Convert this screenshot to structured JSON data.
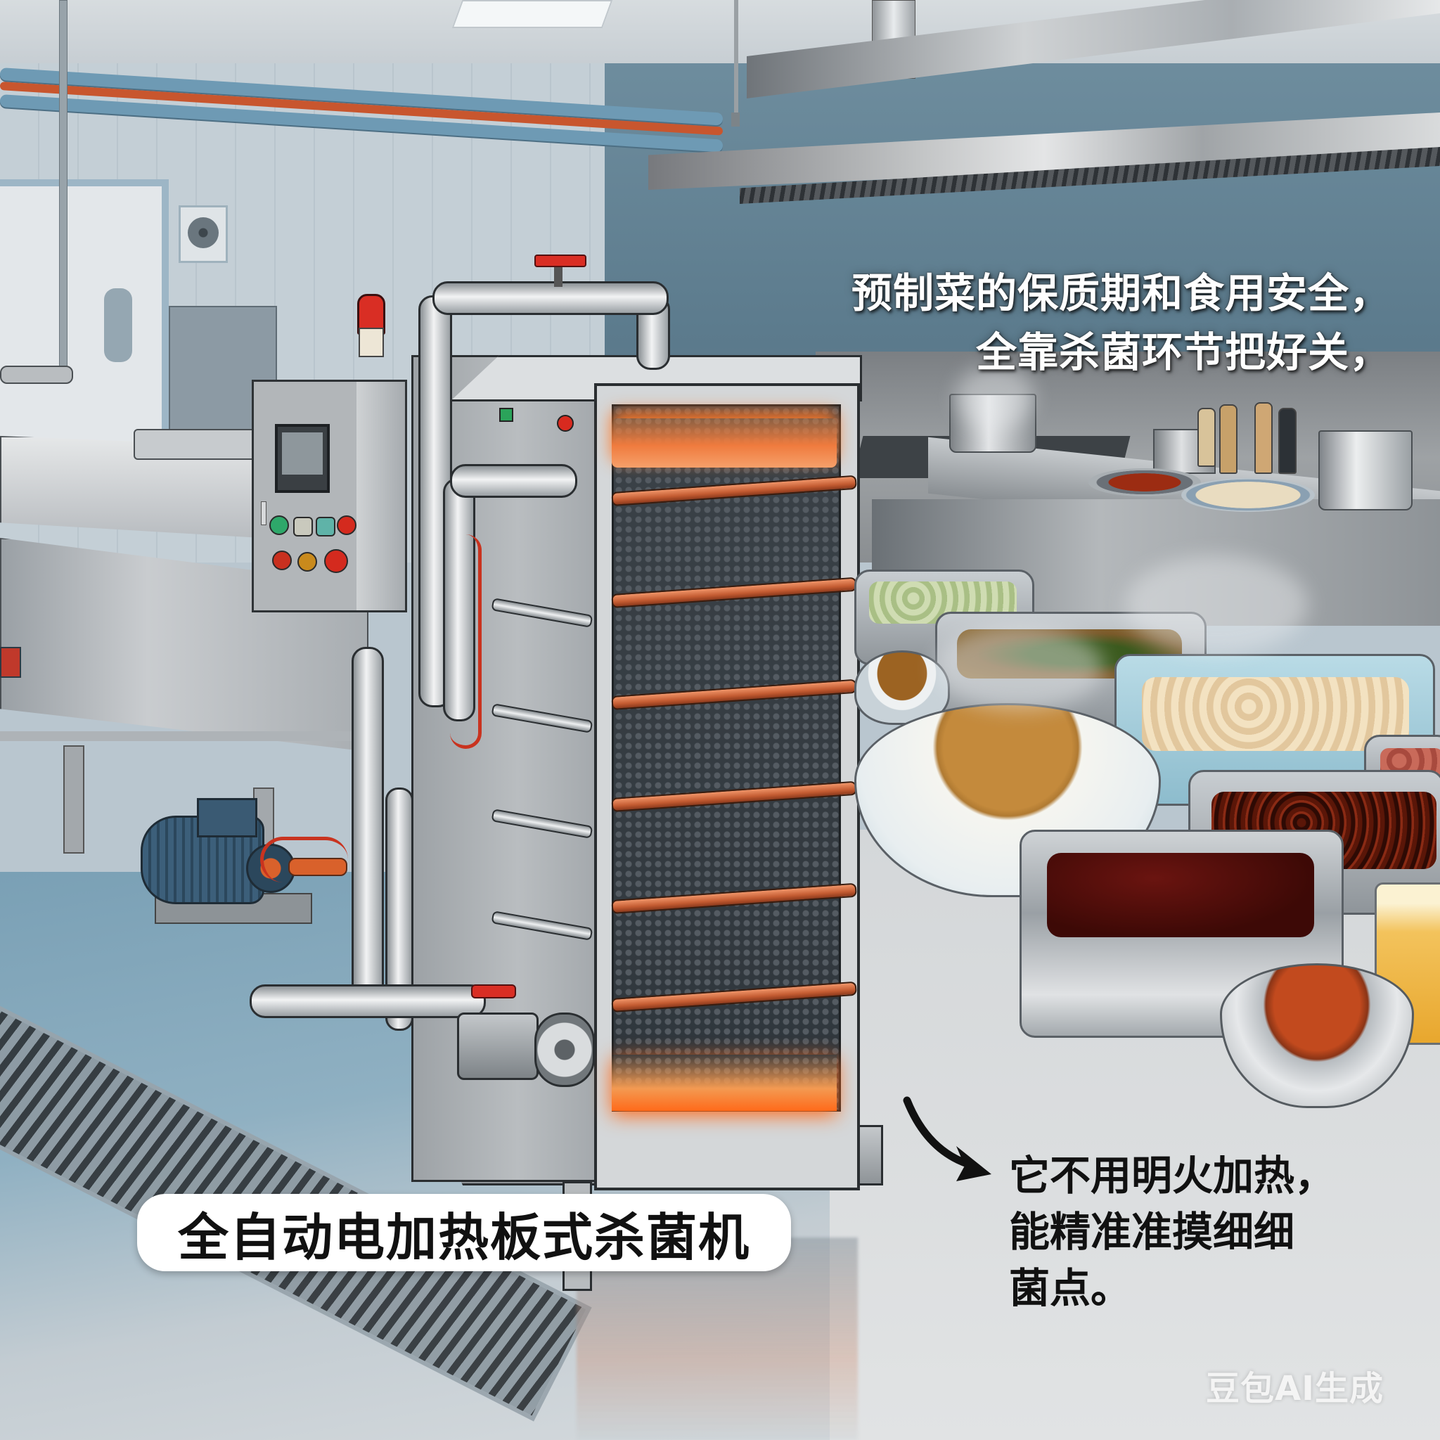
{
  "scene": {
    "description": "Illustrated industrial kitchen with an automatic electric-heated plate sterilizer",
    "colors": {
      "wall": "#c4cfd6",
      "floor": "#8fb0c2",
      "steel": "#b9bdc0",
      "copper": "#c45c32",
      "glow": "#ff7a2a",
      "caption_white": "#ffffff",
      "caption_black": "#111111"
    }
  },
  "captions": {
    "top_line_1": "预制菜的保质期和食用安全，",
    "top_line_2": "全靠杀菌环节把好关，",
    "machine_label": "全自动电加热板式杀菌机",
    "side_line_1": "它不用明火加热，",
    "side_line_2": "能精准准摸细细",
    "side_line_3": "菌点。"
  },
  "watermark": {
    "text": "豆包AI生成"
  },
  "control_panel": {
    "buttons_row_1": [
      "#2ea86a",
      "#c9c9bd",
      "#5fb3a8",
      "#d42a1e"
    ],
    "buttons_row_2": [
      "#c9301f",
      "#c98a1c",
      "#d42a1e"
    ]
  },
  "foods": [
    "greens tray",
    "green vegetable soup tray",
    "small broth bowl",
    "tofu tray",
    "large soup bowl",
    "sausage tray",
    "braised beef tray",
    "dark sauce tray",
    "juice glass",
    "red sauce bowl"
  ]
}
